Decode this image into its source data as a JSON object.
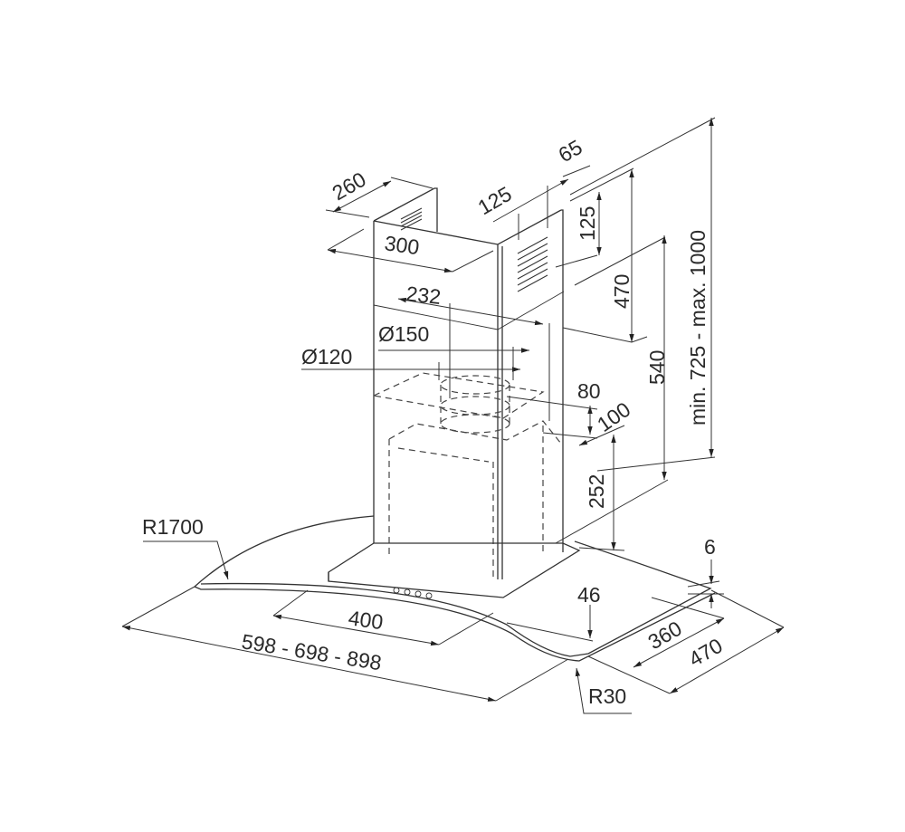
{
  "title": "Chimney hood dimensional drawing",
  "dimensions": {
    "chimney_depth": "260",
    "chimney_width": "300",
    "bracket_spacing": "232",
    "outlet_dia_150": "Ø150",
    "outlet_dia_120": "Ø120",
    "bracket_offset_125": "125",
    "bracket_offset_65": "65",
    "vertical_125": "125",
    "vertical_470": "470",
    "vertical_540": "540",
    "height_range": "min. 725 - max. 1000",
    "dim_80": "80",
    "dim_100": "100",
    "dim_252": "252",
    "radius_glass": "R1700",
    "glass_thickness": "6",
    "dim_46": "46",
    "body_width": "400",
    "hood_width": "598 - 698 - 898",
    "body_depth": "360",
    "hood_depth": "470",
    "corner_radius": "R30"
  }
}
